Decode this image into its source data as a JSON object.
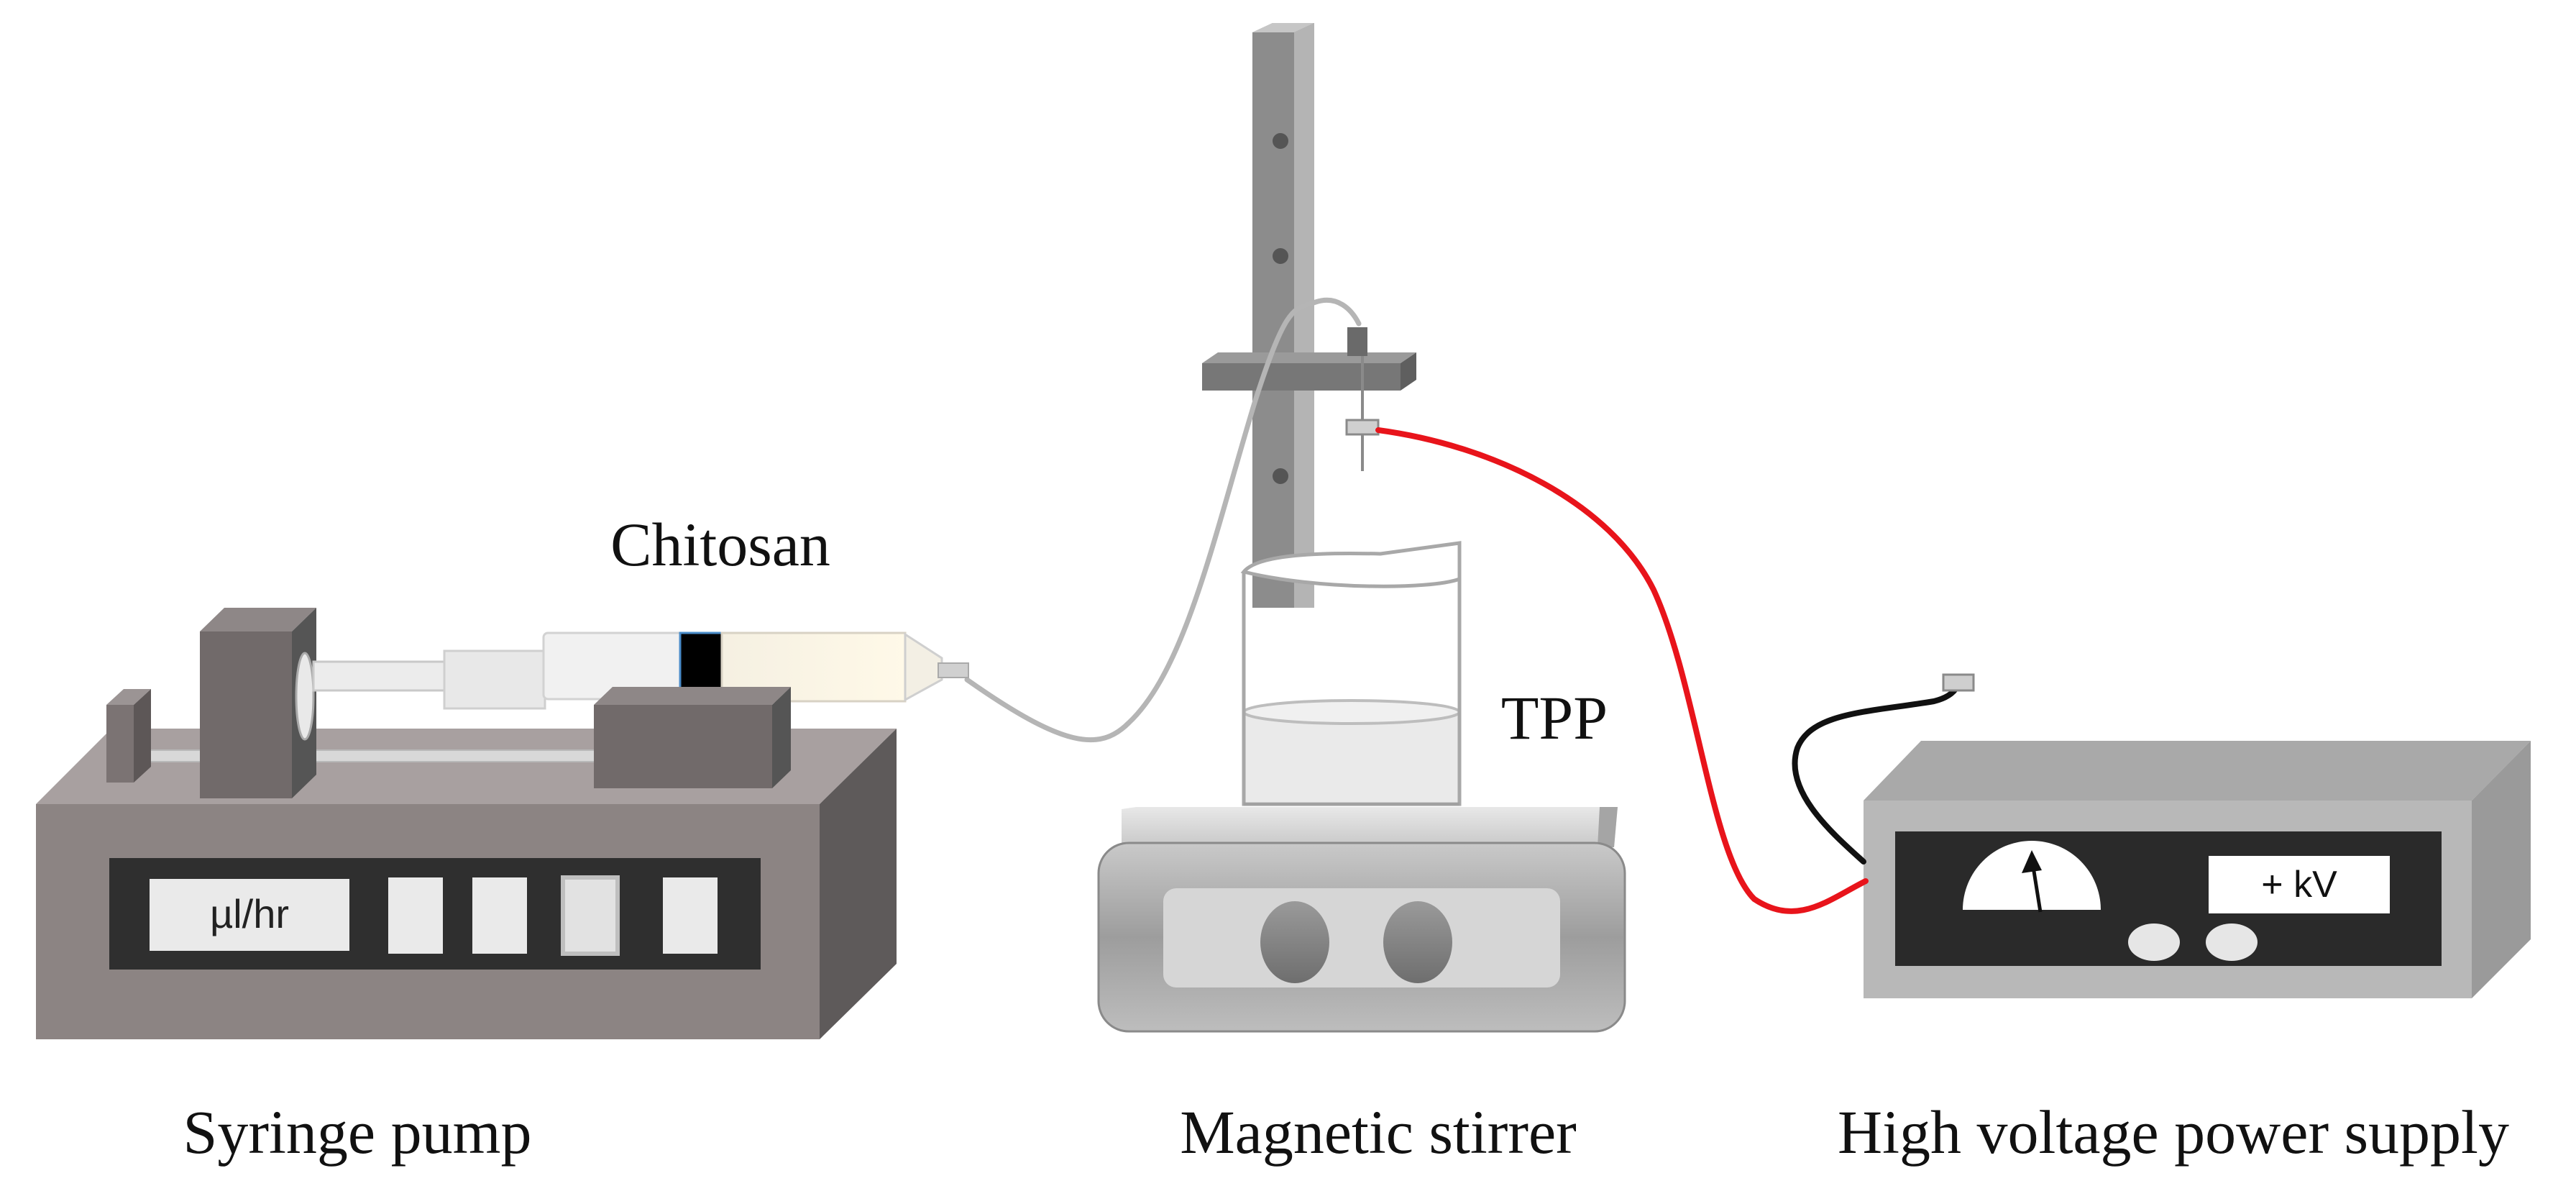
{
  "labels": {
    "chitosan": "Chitosan",
    "tpp": "TPP",
    "syringe_pump": "Syringe pump",
    "magnetic_stirrer": "Magnetic stirrer",
    "power_supply": "High voltage power supply"
  },
  "pump_display": {
    "unit_label": "µl/hr"
  },
  "power_display": {
    "readout_label": "+ kV"
  },
  "colors": {
    "hv_cable": "#e8141b",
    "ground_cable": "#111111",
    "tubing": "#b5b5b5",
    "pump_body": "#8a8281",
    "stand": "#8c8c8c"
  }
}
